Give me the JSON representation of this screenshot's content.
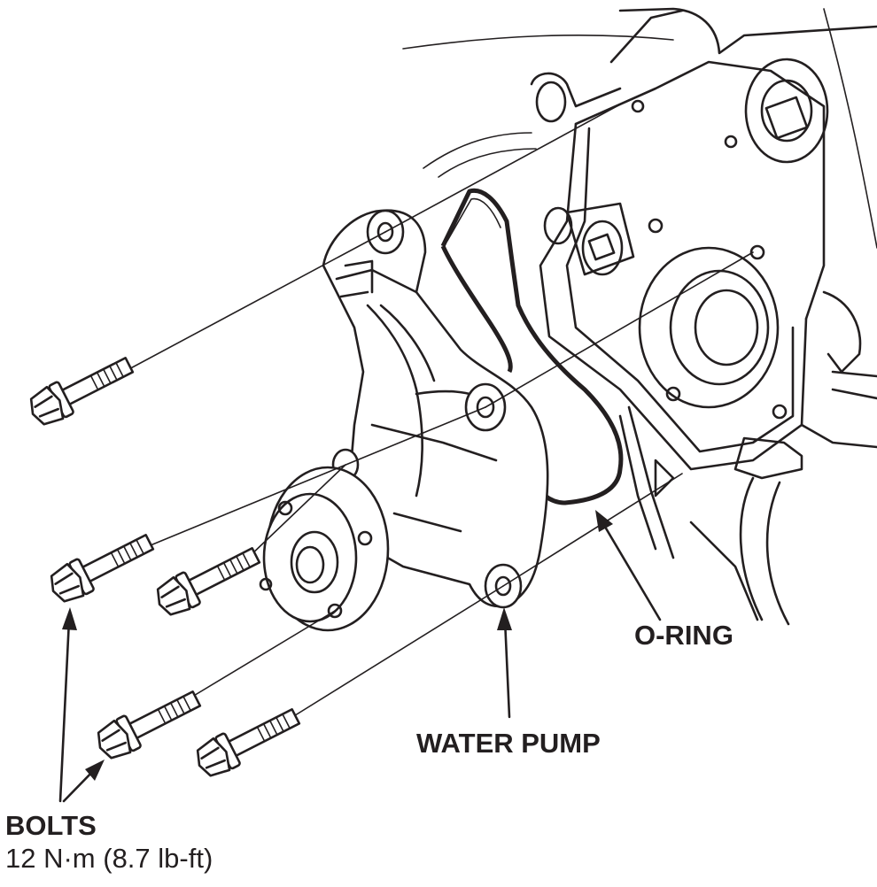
{
  "diagram": {
    "labels": {
      "o_ring": "O-RING",
      "water_pump": "WATER PUMP",
      "bolts": "BOLTS",
      "torque": "12 N·m (8.7 lb-ft)"
    },
    "line_color": "#231f20",
    "background_color": "#ffffff",
    "bolt_count": 5
  }
}
